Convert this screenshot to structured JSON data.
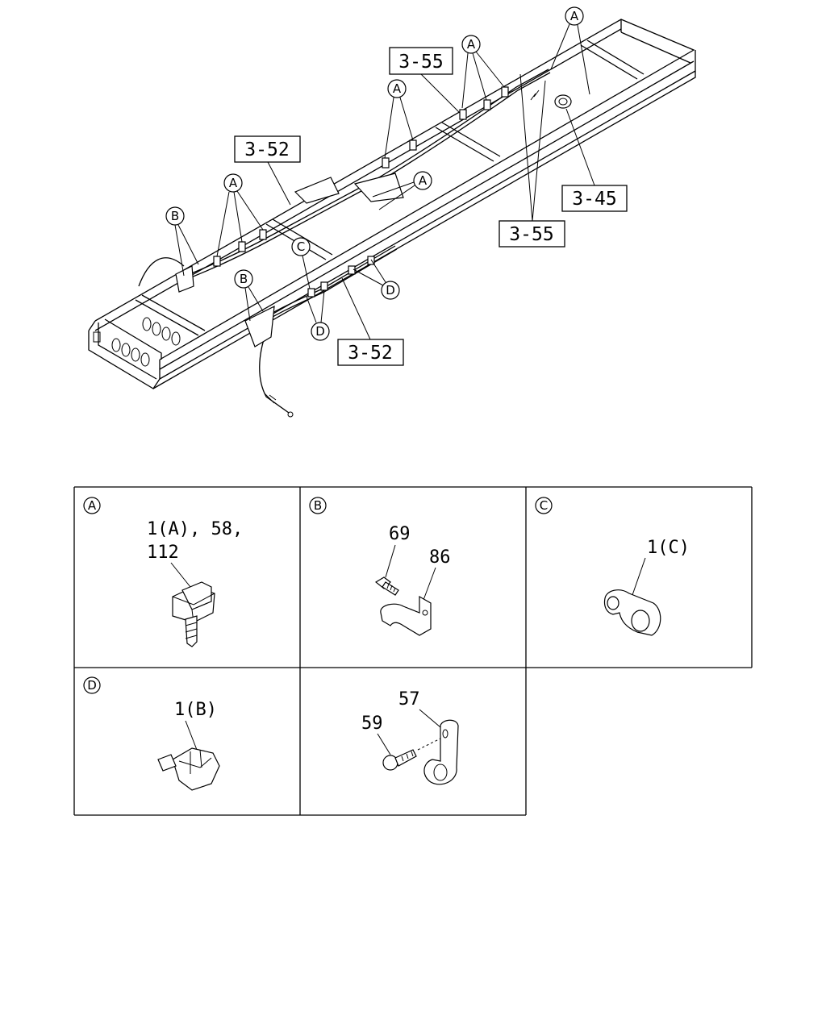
{
  "main_diagram": {
    "ref_boxes": [
      "3-55",
      "3-52",
      "3-45",
      "3-55",
      "3-52"
    ],
    "callouts": {
      "a": "A",
      "b": "B",
      "c": "C",
      "d": "D"
    }
  },
  "detail_panels": [
    {
      "letter": "A",
      "labels": [
        "1(A), 58,",
        "112"
      ]
    },
    {
      "letter": "B",
      "labels": [
        "69",
        "86"
      ]
    },
    {
      "letter": "C",
      "labels": [
        "1(C)"
      ]
    },
    {
      "letter": "D",
      "labels": [
        "1(B)"
      ]
    },
    {
      "letter": "",
      "labels": [
        "57",
        "59"
      ]
    }
  ]
}
